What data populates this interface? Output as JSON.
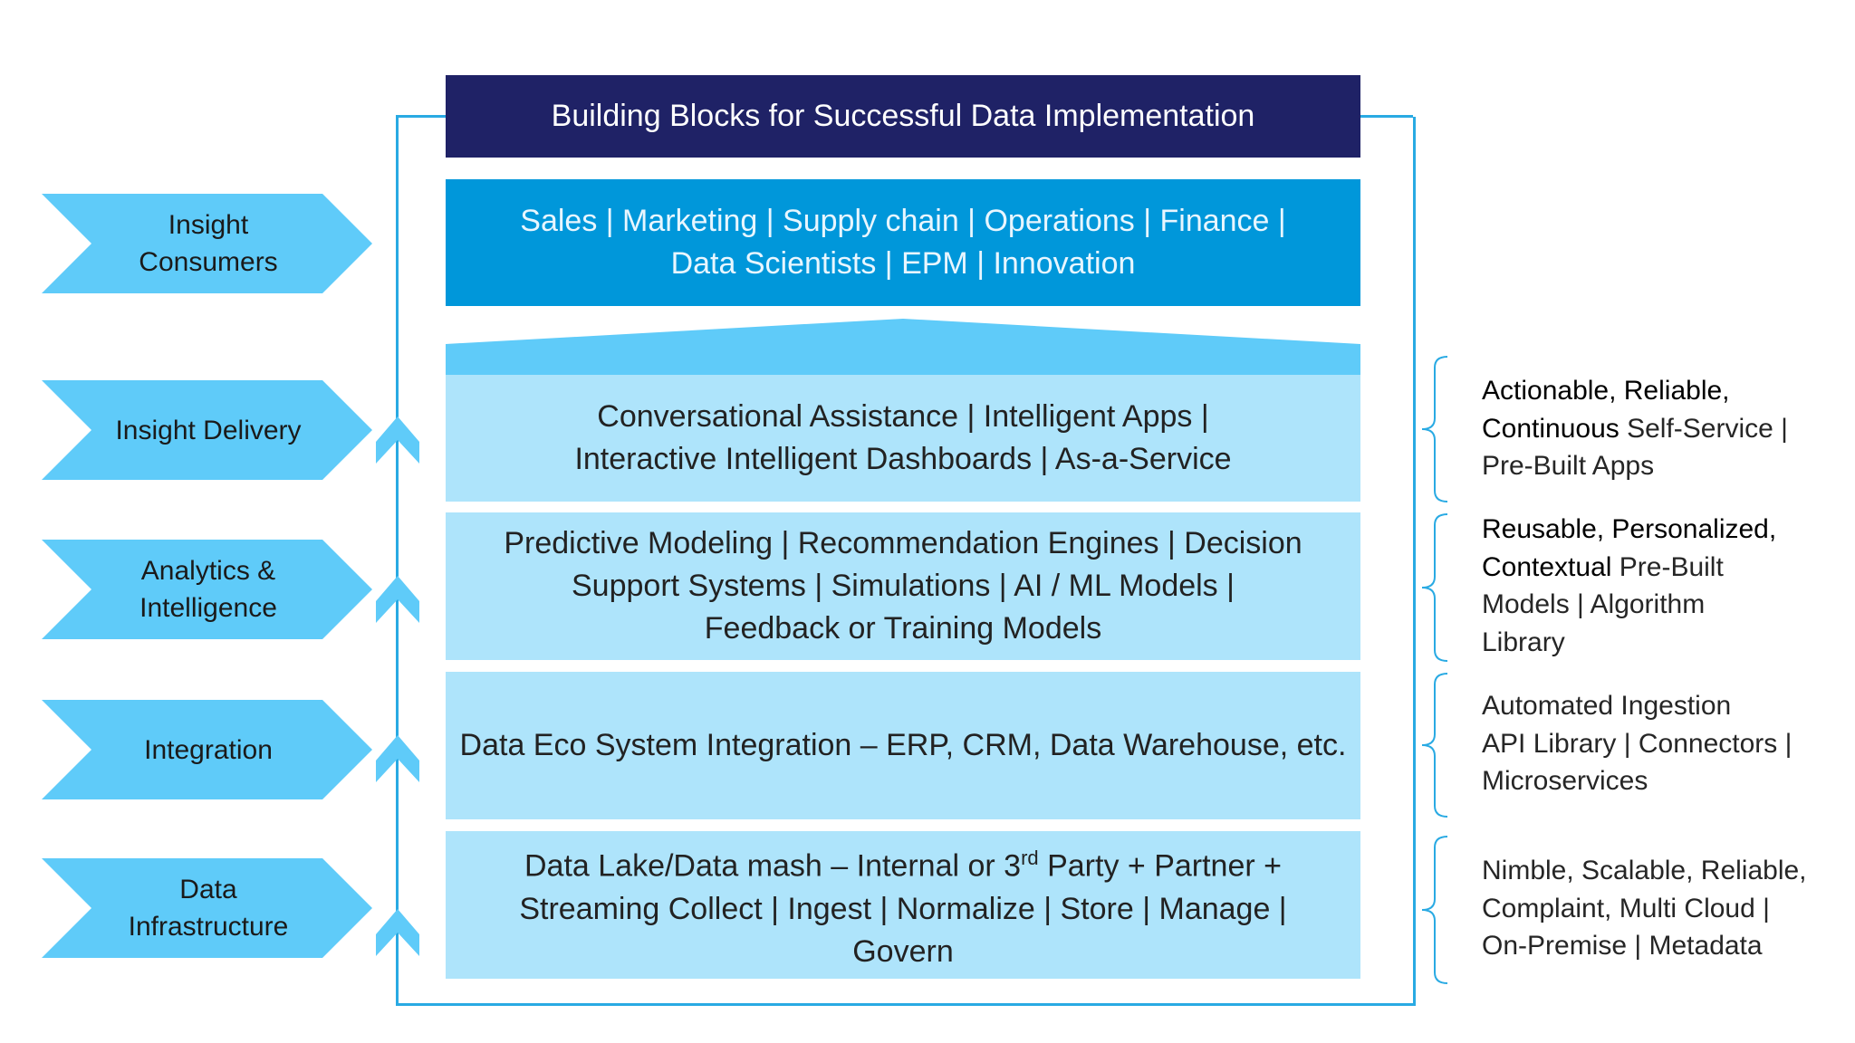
{
  "title": "Building Blocks for Successful Data Implementation",
  "consumers": {
    "line1": "Sales | Marketing | Supply chain | Operations | Finance |",
    "line2": "Data Scientists | EPM | Innovation"
  },
  "layers": {
    "delivery": {
      "line1": "Conversational Assistance | Intelligent Apps |",
      "line2": "Interactive Intelligent Dashboards | As-a-Service"
    },
    "analytics": {
      "line1": "Predictive Modeling | Recommendation Engines | Decision",
      "line2": "Support Systems | Simulations | AI / ML Models |",
      "line3": "Feedback or Training Models"
    },
    "integration": {
      "line1": "Data Eco System Integration – ERP, CRM, Data Warehouse, etc."
    },
    "infrastructure": {
      "line1_pre": "Data Lake/Data mash – Internal or 3",
      "line1_sup": "rd",
      "line1_post": " Party + Partner +",
      "line2": "Streaming Collect | Ingest | Normalize | Store | Manage |",
      "line3": "Govern"
    }
  },
  "chevrons": {
    "consumers": {
      "line1": "Insight",
      "line2": "Consumers"
    },
    "delivery": {
      "line1": "Insight Delivery"
    },
    "analytics": {
      "line1": "Analytics &",
      "line2": "Intelligence"
    },
    "integration": {
      "line1": "Integration"
    },
    "infrastructure": {
      "line1": "Data",
      "line2": "Infrastructure"
    }
  },
  "side_notes": {
    "delivery": {
      "bold1": "Actionable, Reliable,",
      "bold2": "Continuous",
      "rest2": " Self-Service |",
      "line3": "Pre-Built Apps"
    },
    "analytics": {
      "bold1": "Reusable, Personalized,",
      "bold2": "Contextual",
      "rest2": " Pre-Built",
      "line3": "Models | Algorithm",
      "line4": "Library"
    },
    "integration": {
      "line1": "Automated Ingestion",
      "line2": "API Library | Connectors |",
      "line3": "Microservices"
    },
    "infrastructure": {
      "line1": "Nimble, Scalable, Reliable,",
      "line2": "Complaint, Multi Cloud |",
      "line3": "On-Premise | Metadata"
    }
  },
  "colors": {
    "title_bg": "#1f2266",
    "consumers_bg": "#0097da",
    "layer_bg": "#aee4fb",
    "roof": "#5fcbf9",
    "chevron": "#5fcbf9",
    "frame": "#29aae3"
  }
}
